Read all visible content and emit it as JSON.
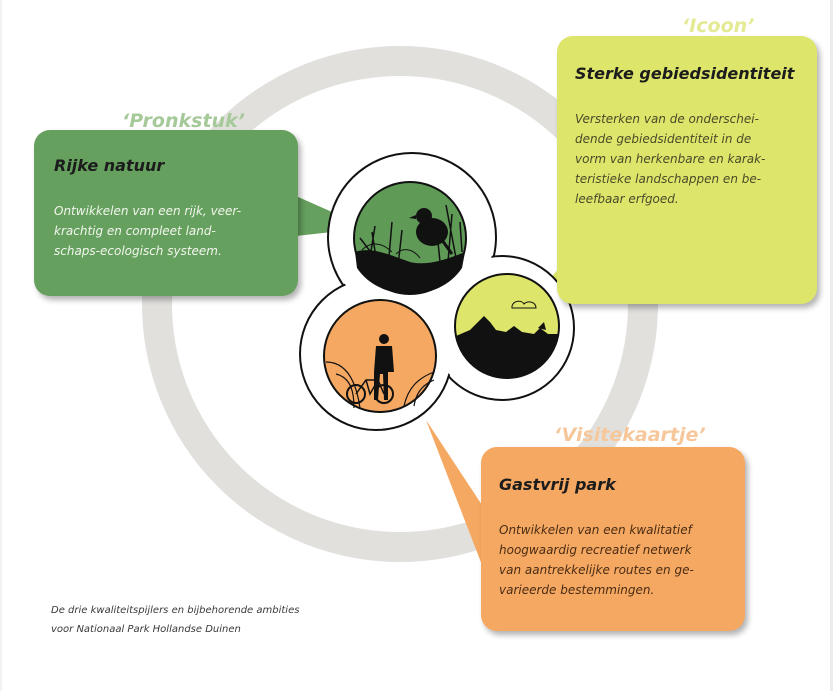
{
  "diagram": {
    "tags": {
      "pronkstuk": "‘Pronkstuk’",
      "icoon": "‘Icoon’",
      "visitekaartje": "‘Visitekaartje’"
    },
    "pillars": {
      "natuur": {
        "title": "Rijke natuur",
        "lines": [
          "Ontwikkelen van een rijk, veer-",
          "krachtig en compleet land-",
          "schaps-ecologisch systeem."
        ],
        "color": "#66a05e",
        "icon": "bird-in-grass-icon"
      },
      "identiteit": {
        "title": "Sterke gebiedsidentiteit",
        "lines": [
          "Versterken van de onderschei-",
          "dende gebiedsidentiteit in de",
          "vorm van herkenbare en karak-",
          "teristieke landschappen en be-",
          "leefbaar erfgoed."
        ],
        "color": "#dde66a",
        "icon": "dune-landscape-icon"
      },
      "gastvrij": {
        "title": "Gastvrij park",
        "lines": [
          "Ontwikkelen van een kwalitatief",
          "hoogwaardig recreatief netwerk",
          "van aantrekkelijke routes en ge-",
          "varieerde bestemmingen."
        ],
        "color": "#f5a862",
        "icon": "cyclist-on-path-icon"
      }
    },
    "caption": {
      "line1": "De drie kwaliteitspijlers en bijbehorende ambities",
      "line2": "voor Nationaal Park Hollandse Duinen"
    },
    "ring_color": "#e2e0dd"
  }
}
